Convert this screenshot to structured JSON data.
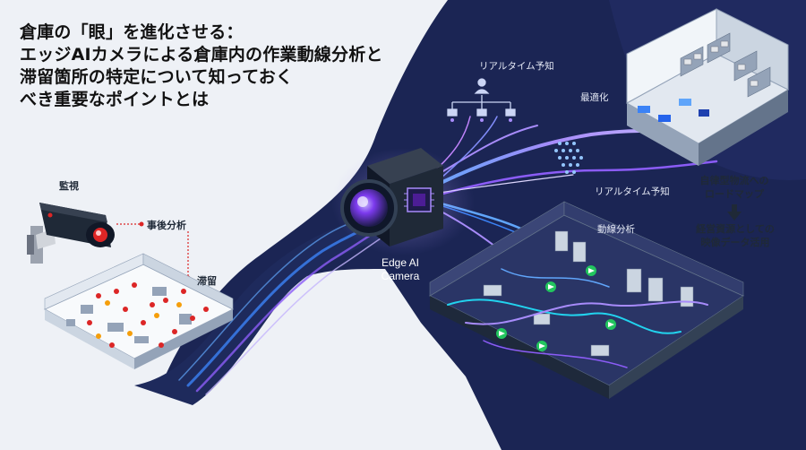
{
  "title": {
    "lines": [
      "倉庫の「眼」を進化させる：",
      "エッジAIカメラによる倉庫内の作業動線分析と",
      "滞留箇所の特定について知っておく",
      "べき重要なポイントとは"
    ]
  },
  "left": {
    "monitor": "監視",
    "post_analysis": "事後分析",
    "stagnation": "滞留"
  },
  "camera": {
    "line1": "Edge AI",
    "line2": "Camera"
  },
  "right": {
    "realtime_top": "リアルタイム予知",
    "optimize": "最適化",
    "realtime_mid": "リアルタイム予知",
    "flow_analysis": "動線分析",
    "roadmap_1": "自律型物流への",
    "roadmap_2": "ロードマップ",
    "resource_1": "経営資源としての",
    "resource_2": "映像データ活用"
  },
  "colors": {
    "navy": "#1b2554",
    "accent_purple": "#8b5cf6",
    "accent_blue": "#3b82f6",
    "alert_red": "#dc2626",
    "flow_green": "#22c55e"
  },
  "icons": [
    "security-camera-icon",
    "edge-ai-camera-icon",
    "org-tree-icon",
    "warehouse-icon",
    "robot-icon",
    "arrow-down-icon"
  ]
}
